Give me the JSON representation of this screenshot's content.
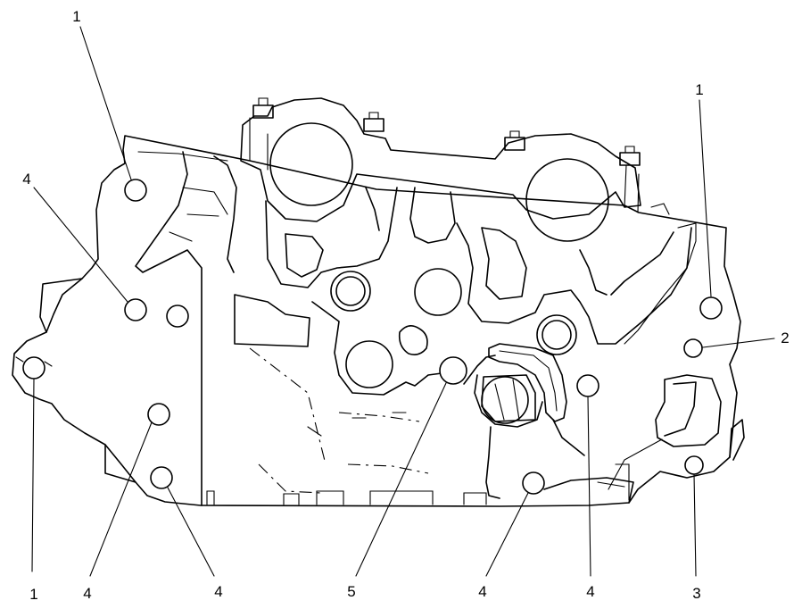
{
  "callouts": [
    {
      "label": "1"
    },
    {
      "label": "4"
    },
    {
      "label": "1"
    },
    {
      "label": "1"
    },
    {
      "label": "2"
    },
    {
      "label": "3"
    },
    {
      "label": "4"
    },
    {
      "label": "4"
    },
    {
      "label": "5"
    },
    {
      "label": "4"
    },
    {
      "label": "4"
    }
  ]
}
